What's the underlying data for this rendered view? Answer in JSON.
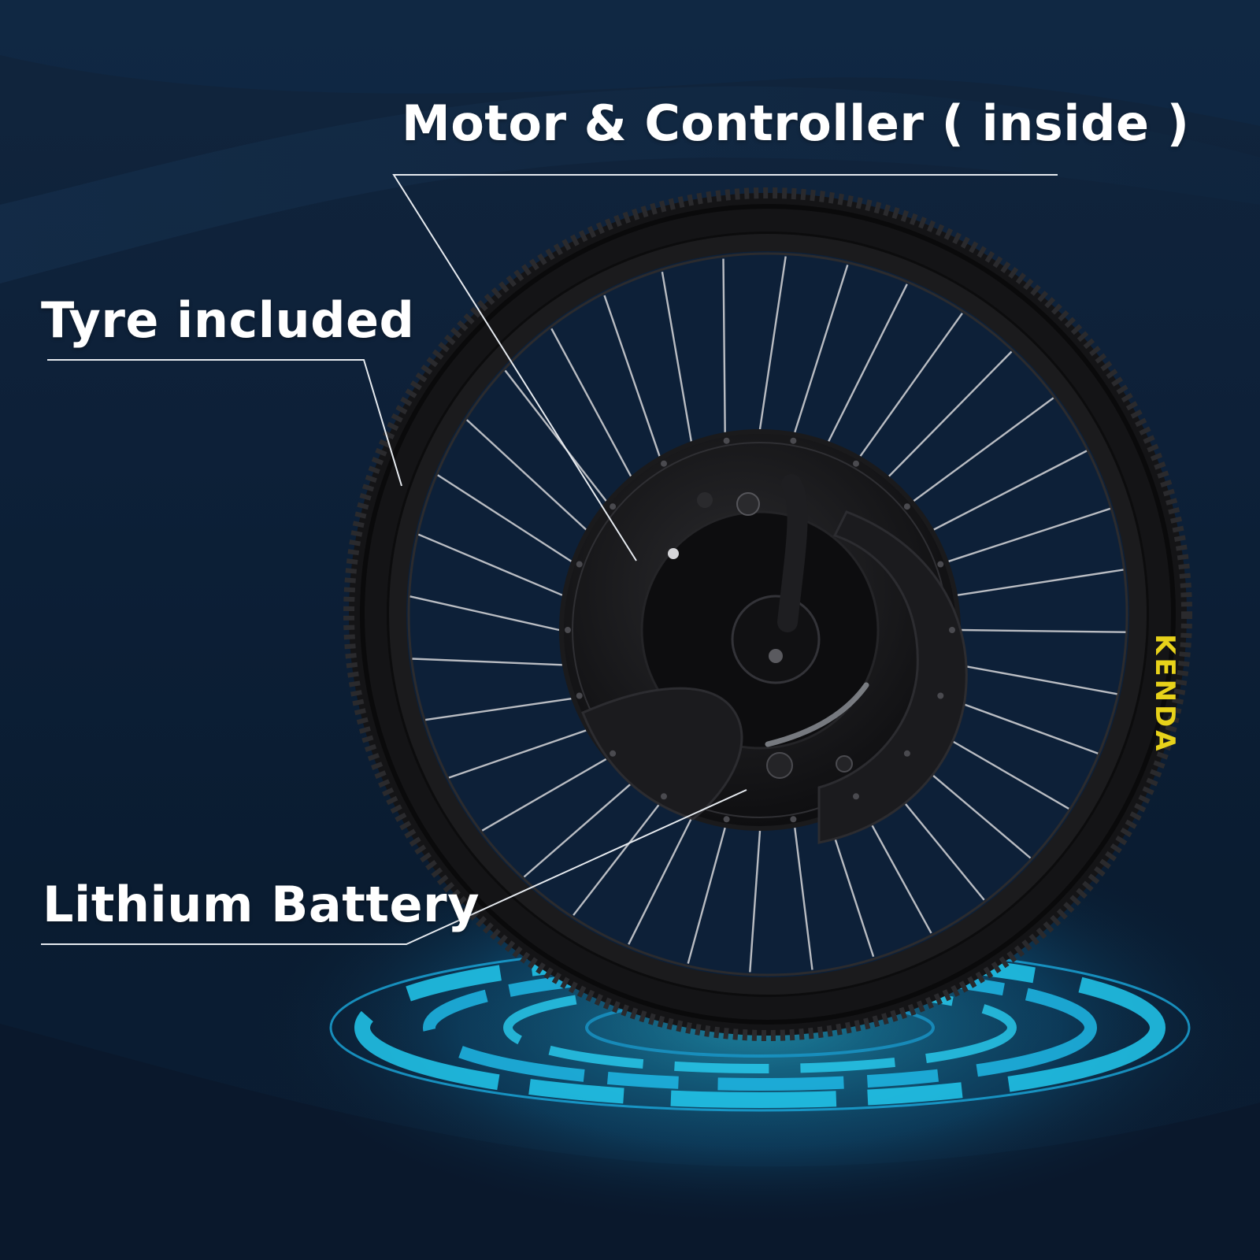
{
  "callouts": {
    "motor_controller": "Motor & Controller ( inside )",
    "tyre": "Tyre included",
    "battery": "Lithium Battery"
  },
  "product_marks": {
    "tyre_brand": "KENDA"
  },
  "colors": {
    "background": "#0d2038",
    "glow": "#22c9ef",
    "tyre_brand": "#e8d21a",
    "label_text": "#ffffff"
  }
}
